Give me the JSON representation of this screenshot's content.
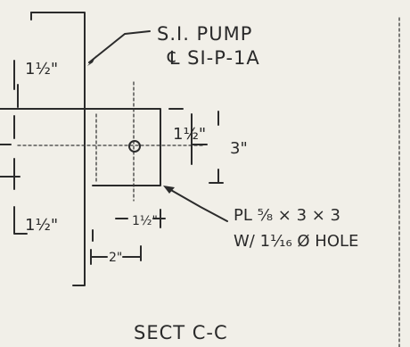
{
  "drawing": {
    "callout_title_line1": "S.I. PUMP",
    "callout_title_line2": "℄ SI-P-1A",
    "dim_top_left": "1½\"",
    "dim_right_vertical_1": "1½\"",
    "dim_right_vertical_2": "3\"",
    "dim_lower_left": "1½\"",
    "dim_lower_mid": "1½\"",
    "dim_bottom": "2\"",
    "plate_note_line1": "PL ⁵⁄₈ × 3 × 3",
    "plate_note_line2": "W/ 1¹⁄₁₆ Ø HOLE",
    "section_title": "SECT C-C"
  }
}
